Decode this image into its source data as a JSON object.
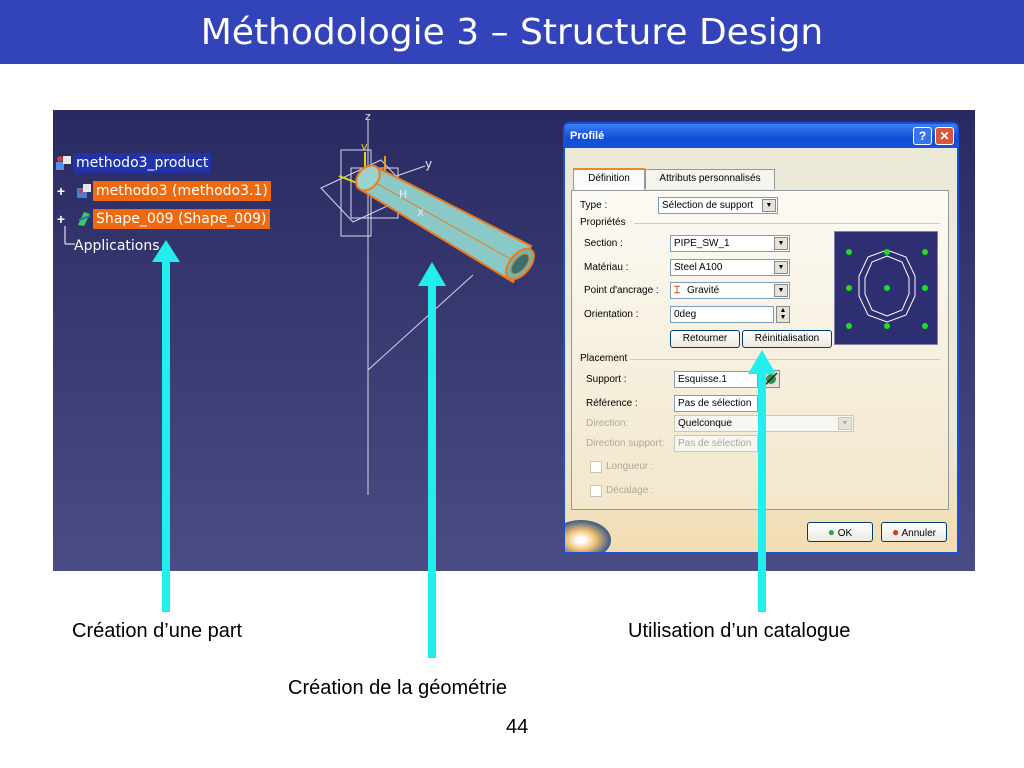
{
  "slide": {
    "title": "Méthodologie 3 – Structure Design",
    "page_number": "44",
    "captions": {
      "part": "Création d’une part",
      "geometry": "Création de la géométrie",
      "catalog": "Utilisation d’un catalogue"
    },
    "colors": {
      "title_bar": "#3344bb",
      "arrow": "#22eeee",
      "tree_highlight_orange": "#ee6a10",
      "tree_highlight_blue": "#2233aa"
    }
  },
  "viewport": {
    "axis_labels": {
      "z": "z",
      "y": "y",
      "x": "x",
      "v": "v",
      "h": "H"
    },
    "tree": [
      {
        "label": "methodo3_product",
        "icon": "product-icon"
      },
      {
        "label": "methodo3 (methodo3.1)",
        "icon": "part-icon"
      },
      {
        "label": "Shape_009 (Shape_009)",
        "icon": "shape-icon"
      },
      {
        "label": "Applications",
        "icon": ""
      }
    ]
  },
  "dialog": {
    "title": "Profilé",
    "help_label": "?",
    "close_label": "✕",
    "tabs": [
      "Définition",
      "Attributs personnalisés"
    ],
    "type_label": "Type :",
    "type_value": "Sélection de support",
    "properties_header": "Propriétés",
    "section_label": "Section :",
    "section_value": "PIPE_SW_1",
    "material_label": "Matériau :",
    "material_value": "Steel A100",
    "anchor_label": "Point d'ancrage :",
    "anchor_value": "Gravité",
    "orientation_label": "Orientation :",
    "orientation_value": "0deg",
    "flip_button": "Retourner",
    "reset_button": "Réinitialisation",
    "placement_header": "Placement",
    "support_label": "Support :",
    "support_value": "Esquisse.1",
    "reference_label": "Référence :",
    "reference_value": "Pas de sélection",
    "direction_label": "Direction:",
    "direction_value": "Quelconque",
    "direction_support_label": "Direction support:",
    "direction_support_value": "Pas de sélection",
    "length_label": "Longueur :",
    "offset_label": "Décalage :",
    "ok_button": "OK",
    "cancel_button": "Annuler"
  }
}
